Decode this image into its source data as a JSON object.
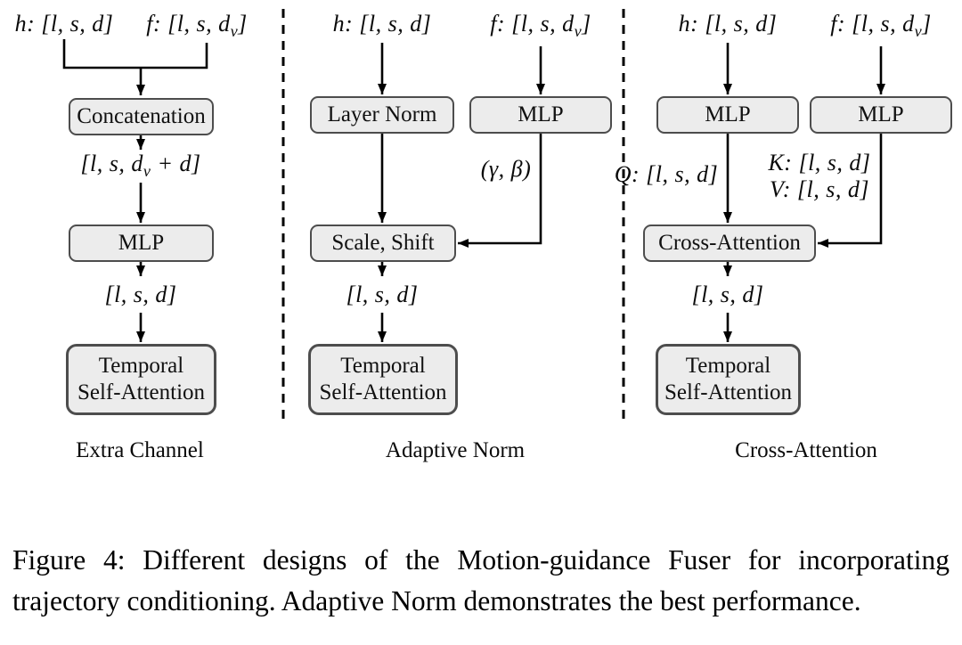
{
  "diagram": {
    "panels": [
      {
        "title": "Extra Channel",
        "input_h": "h: [l, s, d]",
        "input_f": {
          "pre": "f: [l, s, d",
          "sub": "v",
          "post": "]"
        },
        "box_concat": "Concatenation",
        "label_mid": {
          "pre": "[l, s, d",
          "sub": "v",
          "post": " + d]"
        },
        "box_mlp": "MLP",
        "label_out": "[l, s, d]",
        "temporal": {
          "line1": "Temporal",
          "line2": "Self-Attention"
        }
      },
      {
        "title": "Adaptive Norm",
        "input_h": "h: [l, s, d]",
        "input_f": {
          "pre": "f: [l, s, d",
          "sub": "v",
          "post": "]"
        },
        "box_layernorm": "Layer Norm",
        "box_mlp": "MLP",
        "label_gamma_beta": "(γ, β)",
        "box_scaleshift": "Scale, Shift",
        "label_out": "[l, s, d]",
        "temporal": {
          "line1": "Temporal",
          "line2": "Self-Attention"
        }
      },
      {
        "title": "Cross-Attention",
        "input_h": "h: [l, s, d]",
        "input_f": {
          "pre": "f: [l, s, d",
          "sub": "v",
          "post": "]"
        },
        "box_mlp_left": "MLP",
        "box_mlp_right": "MLP",
        "label_q": "Q: [l, s, d]",
        "label_k": "K: [l, s, d]",
        "label_v": "V: [l, s, d]",
        "box_cross": "Cross-Attention",
        "label_out": "[l, s, d]",
        "temporal": {
          "line1": "Temporal",
          "line2": "Self-Attention"
        }
      }
    ]
  },
  "caption": {
    "label": "Figure 4:",
    "body": "Different designs of the Motion-guidance Fuser for incorporating trajectory conditioning. Adaptive Norm demonstrates the best performance."
  }
}
